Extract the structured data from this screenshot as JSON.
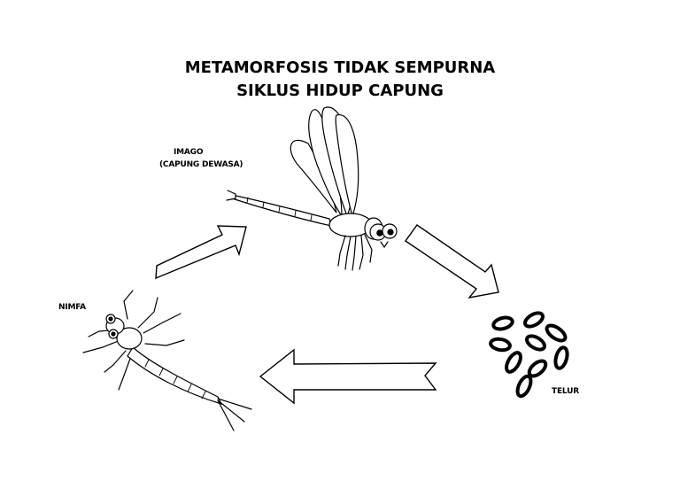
{
  "title": {
    "line1": "METAMORFOSIS TIDAK SEMPURNA",
    "line2": "SIKLUS HIDUP CAPUNG"
  },
  "stages": {
    "imago": {
      "label": "IMAGO",
      "sublabel": "(CAPUNG DEWASA)",
      "icon": "dragonfly-icon"
    },
    "telur": {
      "label": "TELUR",
      "icon": "eggs-icon"
    },
    "nimfa": {
      "label": "NIMFA",
      "icon": "nymph-icon"
    }
  },
  "colors": {
    "stroke": "#000000",
    "background": "#ffffff"
  }
}
